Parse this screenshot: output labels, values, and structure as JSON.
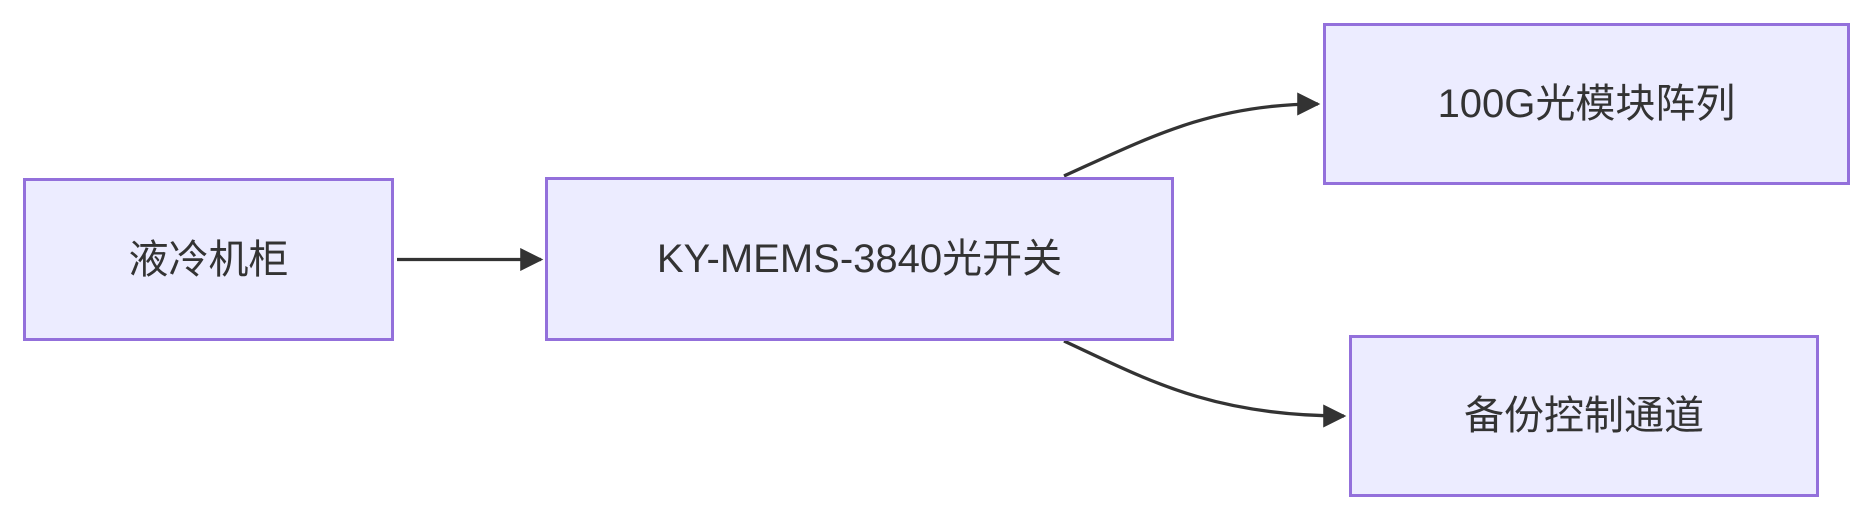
{
  "diagram": {
    "type": "flowchart-left-to-right",
    "colors": {
      "canvas_bg": "#ffffff",
      "node_fill": "#ECECFF",
      "node_border": "#9370DB",
      "edge": "#333333",
      "text": "#333333"
    },
    "nodes": {
      "cabinet": {
        "label": "液冷机柜"
      },
      "switch": {
        "label": "KY-MEMS-3840光开关"
      },
      "modules": {
        "label": "100G光模块阵列"
      },
      "backup": {
        "label": "备份控制通道"
      }
    },
    "edges": [
      {
        "from": "cabinet",
        "to": "switch"
      },
      {
        "from": "switch",
        "to": "modules"
      },
      {
        "from": "switch",
        "to": "backup"
      }
    ]
  }
}
